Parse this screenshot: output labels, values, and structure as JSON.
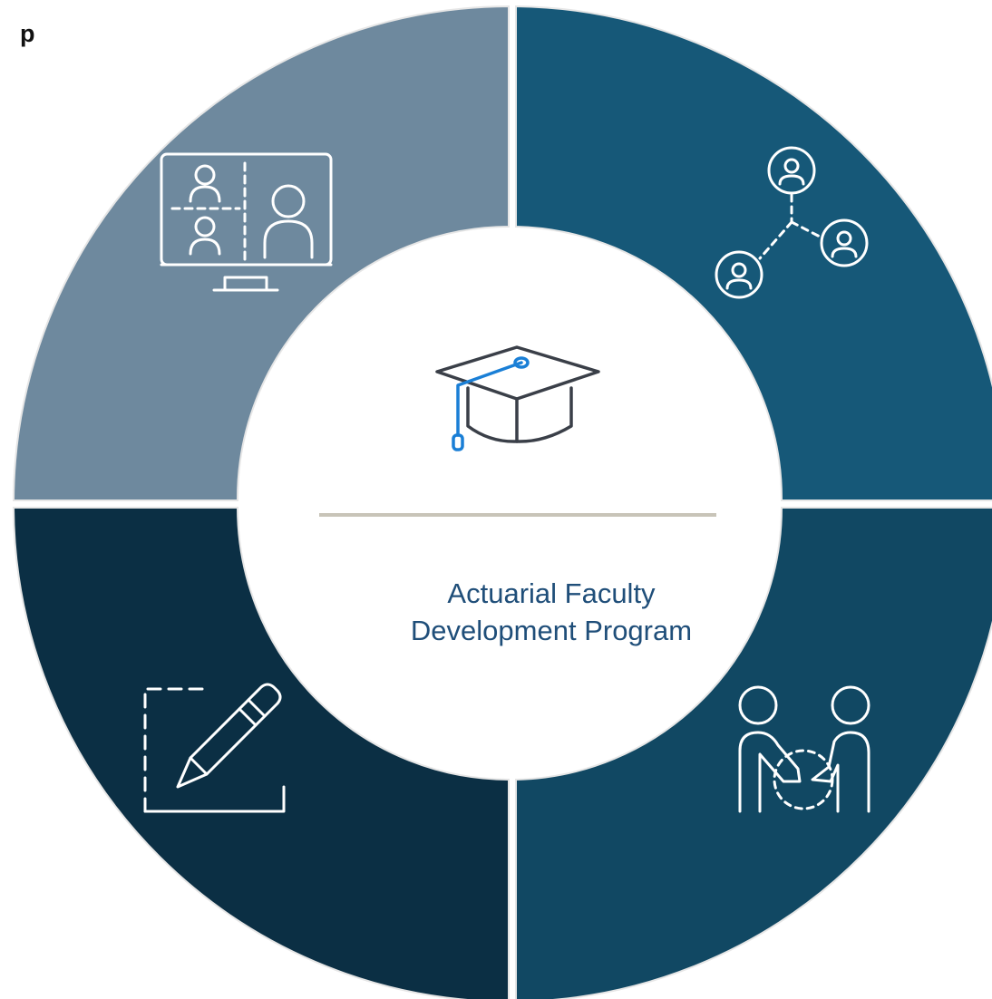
{
  "corner_text": "p",
  "center": {
    "title_line1": "Actuarial Faculty",
    "title_line2": "Development Program",
    "icon": "graduation-cap-icon"
  },
  "segments": [
    {
      "position": "top-left",
      "icon": "video-conference-icon",
      "color": "#6e899e"
    },
    {
      "position": "top-right",
      "icon": "network-people-icon",
      "color": "#165878"
    },
    {
      "position": "bottom-right",
      "icon": "handshake-people-icon",
      "color": "#114863"
    },
    {
      "position": "bottom-left",
      "icon": "edit-pencil-icon",
      "color": "#0b2f44"
    }
  ],
  "colors": {
    "icon_stroke": "#ffffff",
    "cap_outline": "#3a3f48",
    "cap_tassel": "#1a7fd6",
    "divider": "#c8c4b8",
    "title": "#1f4e79"
  }
}
